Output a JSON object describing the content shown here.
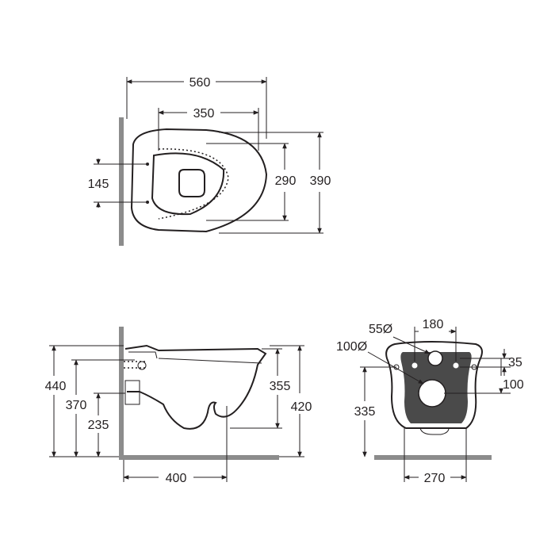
{
  "top_view": {
    "d560": "560",
    "d350": "350",
    "d145": "145",
    "d290": "290",
    "d390": "390"
  },
  "side_view": {
    "d440": "440",
    "d370": "370",
    "d235": "235",
    "d355": "355",
    "d420": "420",
    "d400": "400"
  },
  "back_view": {
    "d55": "55Ø",
    "d180": "180",
    "d100dia": "100Ø",
    "d35": "35",
    "d100": "100",
    "d335": "335",
    "d270": "270"
  },
  "colors": {
    "line": "#231f20",
    "wall": "#8c8c8c",
    "back_plate": "#4a4a4a"
  }
}
